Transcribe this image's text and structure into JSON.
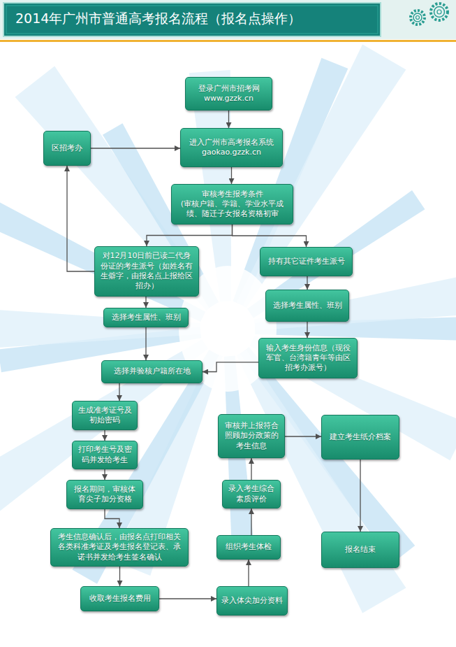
{
  "diagram": {
    "title": "2014年广州市普通高考报名流程（报名点操作）",
    "nodes": [
      {
        "text": [
          "登录广州市招考网 www.gzzk.cn"
        ]
      },
      {
        "text": [
          "区招考办"
        ]
      },
      {
        "text": [
          "进入广州市高考报名系统 gaokao.gzzk.cn"
        ]
      },
      {
        "text": [
          "审核考生报考条件",
          "(审核户籍、学籍、学业水平成绩、随迁子女报名资格初审"
        ]
      },
      {
        "text": [
          "对12月10日前已读二代身份证的考生派号（如姓名有生僻字，由报名点上报给区招办）"
        ]
      },
      {
        "text": [
          "持有其它证件考生派号"
        ]
      },
      {
        "text": [
          "选择考生属性、班别"
        ]
      },
      {
        "text": [
          "选择考生属性、班别"
        ]
      },
      {
        "text": [
          "输入考生身份信息（现役军官、台湾籍青年等由区招考办派号）"
        ]
      },
      {
        "text": [
          "选择并验核户籍所在地"
        ]
      },
      {
        "text": [
          "生成准考证号及初始密码"
        ]
      },
      {
        "text": [
          "打印考生号及密码并发给考生"
        ]
      },
      {
        "text": [
          "报名期间，审核体育尖子加分资格"
        ]
      },
      {
        "text": [
          "考生信息确认后，由报名点打印相关各类科准考证及考生报名登记表、承诺书并发给考生签名确认"
        ]
      },
      {
        "text": [
          "收取考生报名费用"
        ]
      },
      {
        "text": [
          "录入体尖加分资料"
        ]
      },
      {
        "text": [
          "组织考生体检"
        ]
      },
      {
        "text": [
          "录入考生综合素质评价"
        ]
      },
      {
        "text": [
          "审核并上报符合照顾加分政策的考生信息"
        ]
      },
      {
        "text": [
          "建立考生纸介档案"
        ]
      },
      {
        "text": [
          "报名结束"
        ]
      }
    ],
    "edges": [
      {
        "from": 0,
        "to": 2,
        "arrow": "to"
      },
      {
        "from": 1,
        "to": 2,
        "arrow": "to"
      },
      {
        "from": 2,
        "to": 3,
        "arrow": "to"
      },
      {
        "from": 3,
        "to": 4,
        "arrow": "to"
      },
      {
        "from": 3,
        "to": 5,
        "arrow": "to"
      },
      {
        "from": 4,
        "to": 1,
        "arrow": "to"
      },
      {
        "from": 4,
        "to": 6,
        "arrow": "to"
      },
      {
        "from": 5,
        "to": 7,
        "arrow": "to"
      },
      {
        "from": 7,
        "to": 8,
        "arrow": "to"
      },
      {
        "from": 8,
        "to": 9,
        "arrow": "to"
      },
      {
        "from": 6,
        "to": 9,
        "arrow": "to"
      },
      {
        "from": 9,
        "to": 10,
        "arrow": "to"
      },
      {
        "from": 10,
        "to": 11,
        "arrow": "to"
      },
      {
        "from": 11,
        "to": 12,
        "arrow": "to"
      },
      {
        "from": 12,
        "to": 13,
        "arrow": "to"
      },
      {
        "from": 13,
        "to": 14,
        "arrow": "to"
      },
      {
        "from": 14,
        "to": 15,
        "arrow": "to"
      },
      {
        "from": 15,
        "to": 16,
        "arrow": "to"
      },
      {
        "from": 16,
        "to": 17,
        "arrow": "to"
      },
      {
        "from": 17,
        "to": 18,
        "arrow": "to"
      },
      {
        "from": 18,
        "to": 19,
        "arrow": "to"
      },
      {
        "from": 19,
        "to": 20,
        "arrow": "to"
      }
    ]
  }
}
